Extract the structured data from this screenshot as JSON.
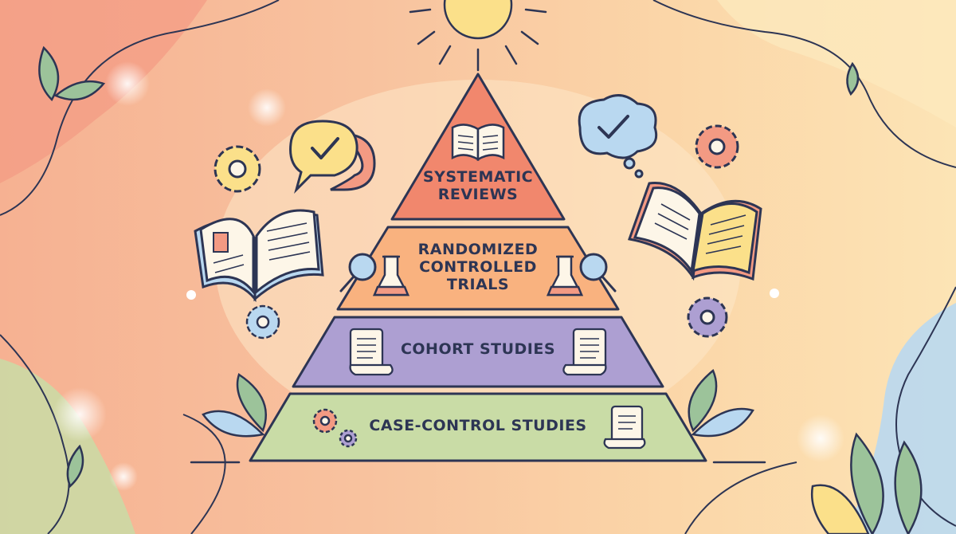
{
  "pyramid": {
    "tiers": [
      {
        "lines": [
          "SYSTEMATIC",
          "REVIEWS"
        ],
        "color": "#f1876d"
      },
      {
        "lines": [
          "RANDOMIZED",
          "CONTROLLED",
          "TRIALS"
        ],
        "color": "#f9b27f"
      },
      {
        "lines": [
          "COHORT STUDIES"
        ],
        "color": "#ad9fd2"
      },
      {
        "lines": [
          "CASE-CONTROL STUDIES"
        ],
        "color": "#c9dca6"
      }
    ]
  },
  "palette": {
    "outline": "#2d3554",
    "accent_blue": "#b9d8f0",
    "accent_yellow": "#fbe08a",
    "accent_leaf": "#9cc39a"
  },
  "icons": [
    "book-icon",
    "flask-icon",
    "magnifier-icon",
    "scroll-icon",
    "gear-icon",
    "speech-bubble-check-icon",
    "thought-bubble-check-icon",
    "sun-icon",
    "leaf-icon"
  ]
}
